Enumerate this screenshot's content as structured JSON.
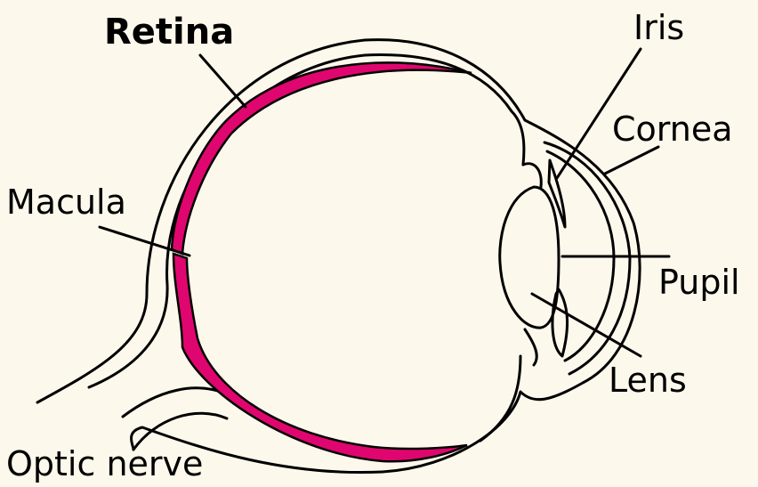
{
  "colors": {
    "background": "#fdf8ec",
    "retina": "#e0066f",
    "outline": "#000000"
  },
  "labels": {
    "retina": "Retina",
    "iris": "Iris",
    "cornea": "Cornea",
    "macula": "Macula",
    "pupil": "Pupil",
    "lens": "Lens",
    "optic_nerve": "Optic nerve"
  }
}
